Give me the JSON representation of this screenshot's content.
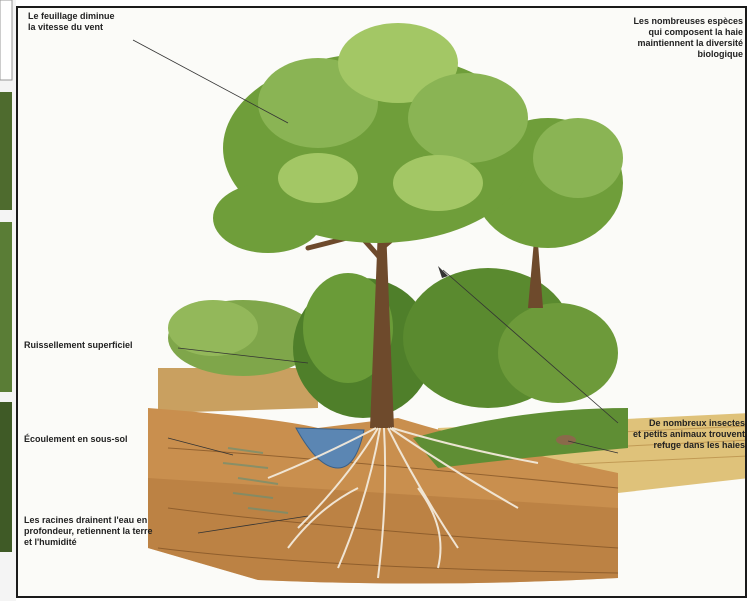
{
  "labels": {
    "feuillage": "Le feuillage diminue\nla vitesse du vent",
    "especes": "Les nombreuses espèces\nqui composent la haie\nmaintiennent la diversité\nbiologique",
    "ruissellement": "Ruissellement superficiel",
    "ecoulement": "Écoulement en sous-sol",
    "racines": "Les racines drainent l'eau en\nprofondeur, retiennent la terre\net l'humidité",
    "insectes": "De nombreux insectes\net petits animaux trouvent\nrefuge dans les haies"
  },
  "colors": {
    "foliage": "#6f9e3a",
    "foliage_light": "#a3c765",
    "soil": "#c98f4e",
    "water": "#5b86b3",
    "trunk": "#6e4a2c"
  }
}
